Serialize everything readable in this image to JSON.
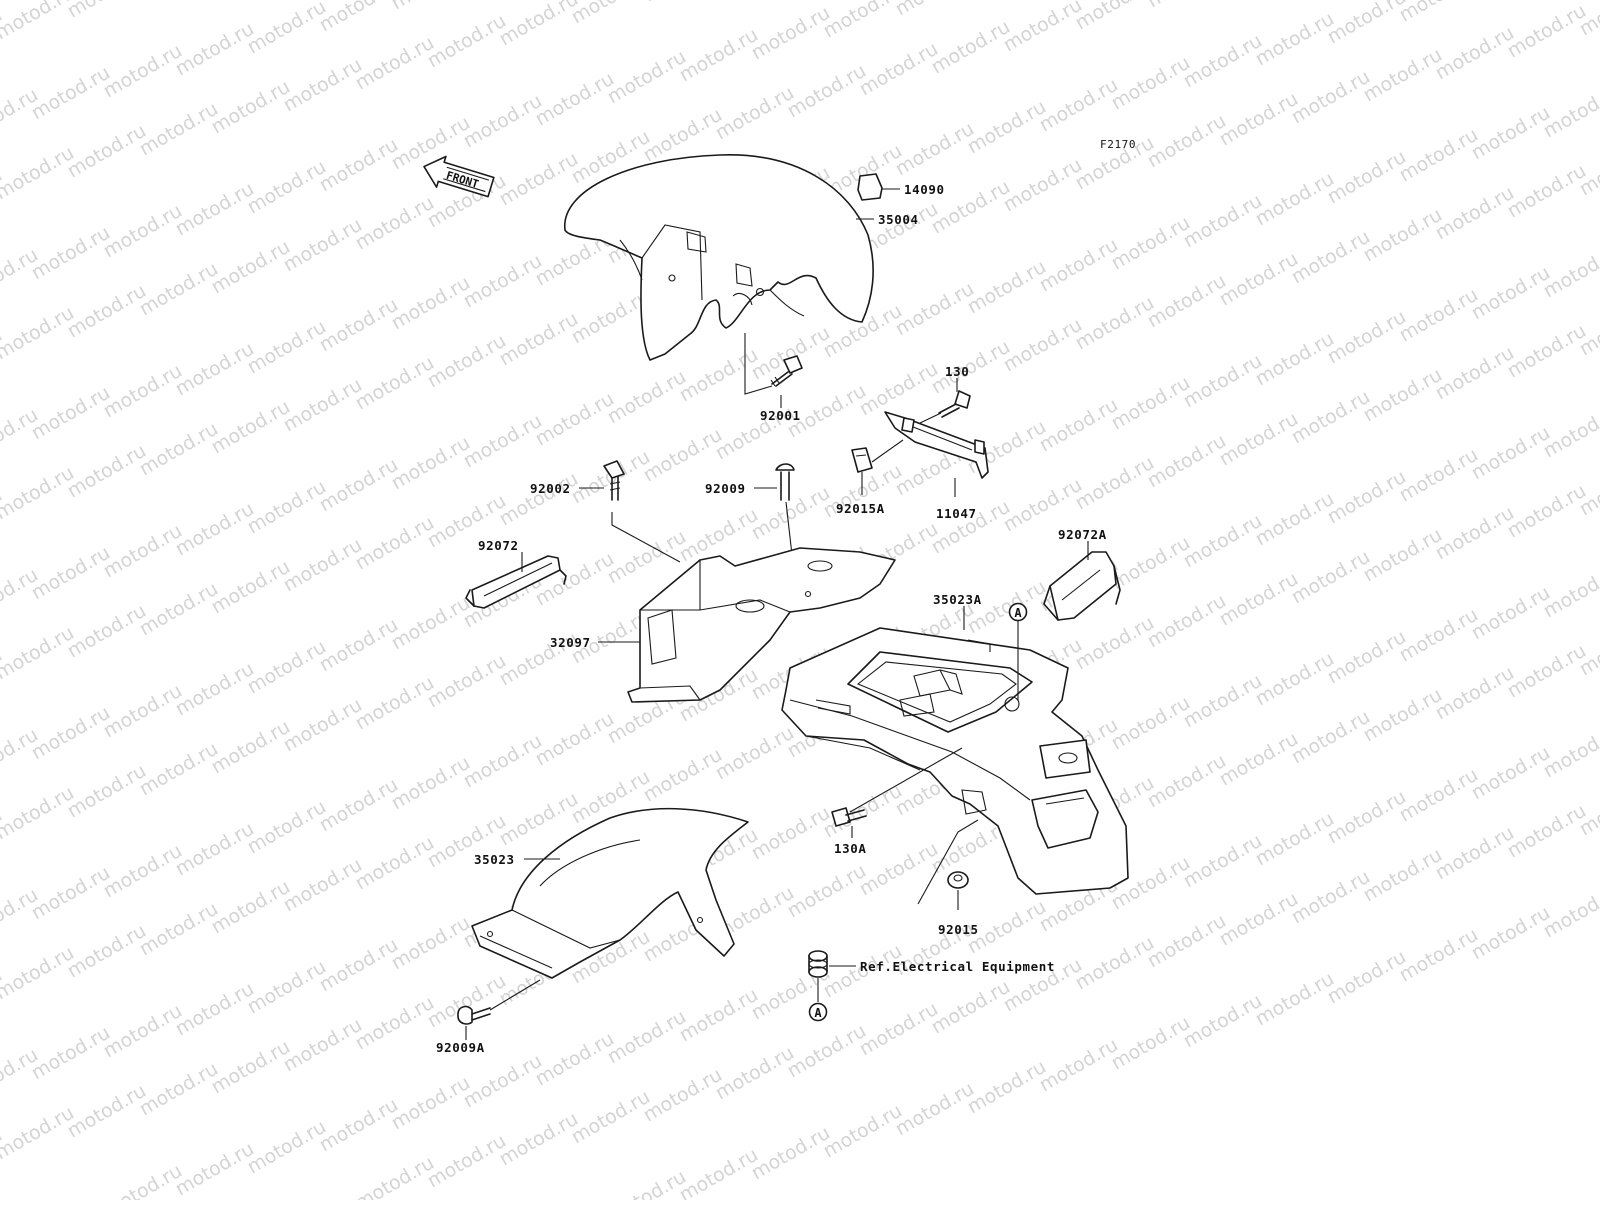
{
  "diagram": {
    "code": "F2170",
    "front_arrow": "FRONT",
    "watermark": "motod.ru",
    "ref_marker": "A",
    "ref_note": "Ref.Electrical Equipment"
  },
  "parts": [
    {
      "id": "p14090",
      "number": "14090"
    },
    {
      "id": "p35004",
      "number": "35004"
    },
    {
      "id": "p92001",
      "number": "92001"
    },
    {
      "id": "p130",
      "number": "130"
    },
    {
      "id": "p92002",
      "number": "92002"
    },
    {
      "id": "p92009",
      "number": "92009"
    },
    {
      "id": "p92015A",
      "number": "92015A"
    },
    {
      "id": "p11047",
      "number": "11047"
    },
    {
      "id": "p92072",
      "number": "92072"
    },
    {
      "id": "p92072A",
      "number": "92072A"
    },
    {
      "id": "p35023A",
      "number": "35023A"
    },
    {
      "id": "p32097",
      "number": "32097"
    },
    {
      "id": "p130A",
      "number": "130A"
    },
    {
      "id": "p35023",
      "number": "35023"
    },
    {
      "id": "p92015",
      "number": "92015"
    },
    {
      "id": "p92009A",
      "number": "92009A"
    }
  ]
}
